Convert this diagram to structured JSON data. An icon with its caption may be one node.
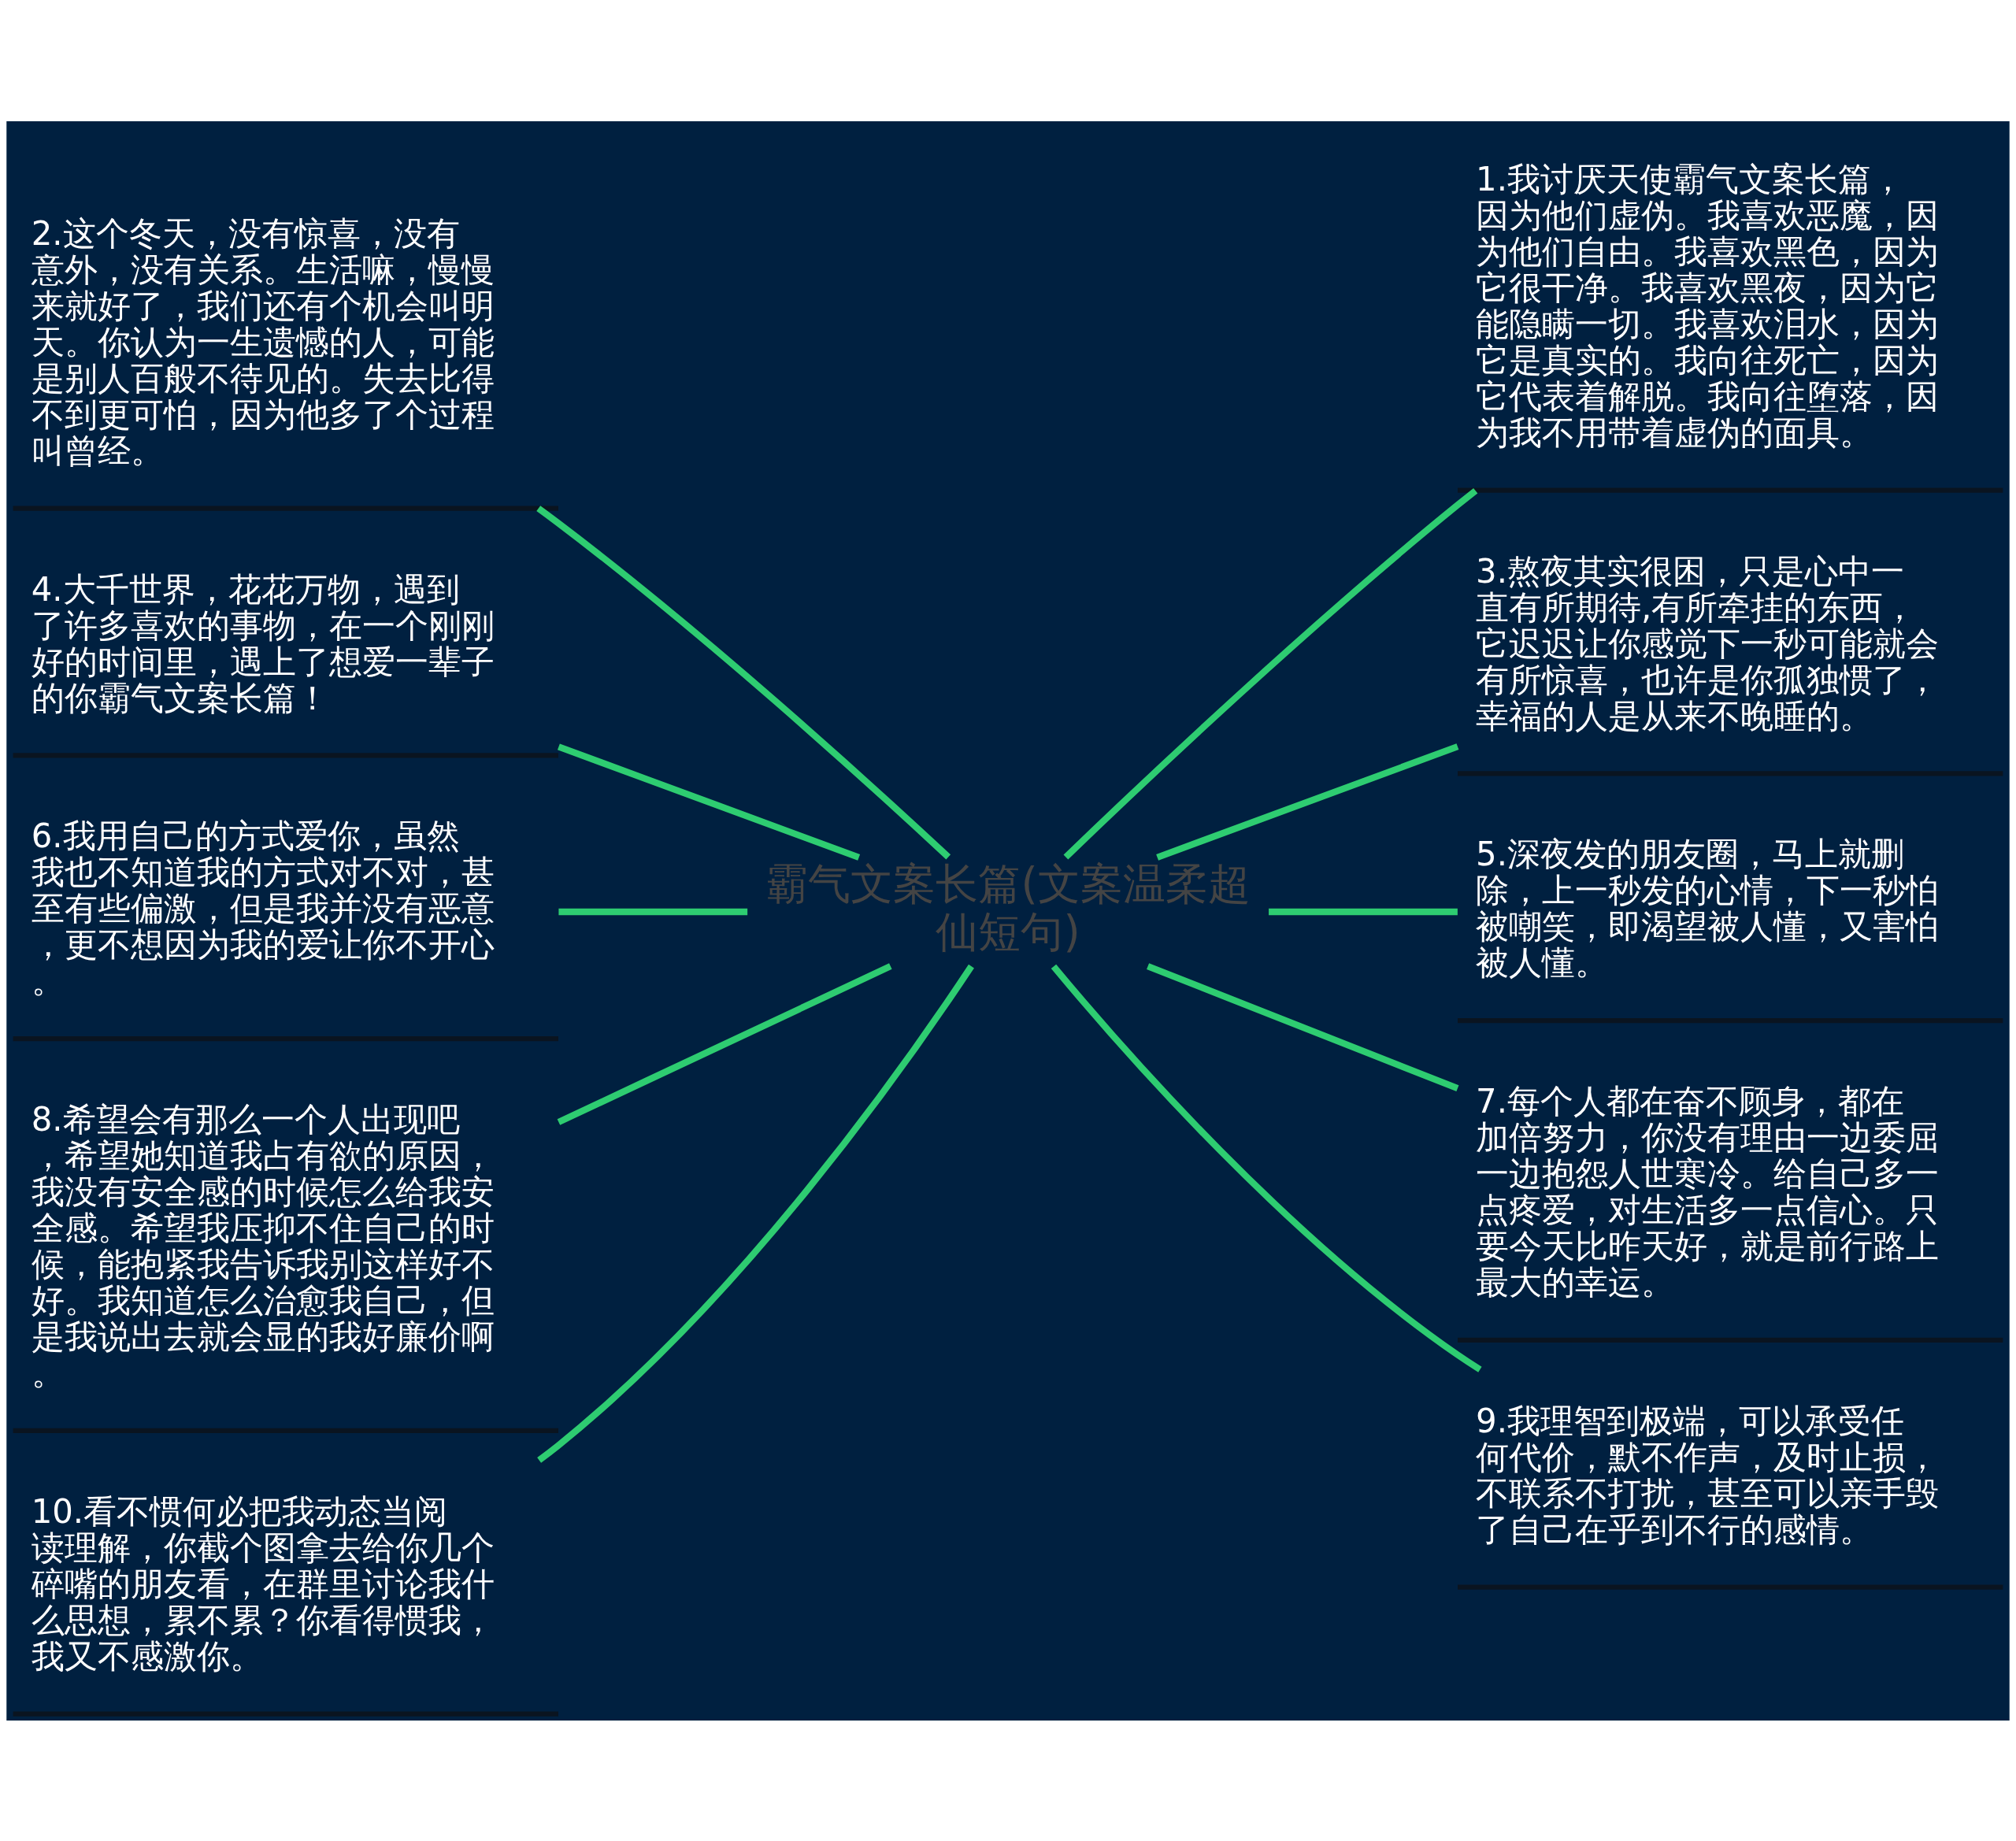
{
  "diagram": {
    "nodes": [
      {
        "text": [
          "霸气文案长篇(文案温柔超仙短句)"
        ]
      },
      {
        "text": [
          "1.我讨厌天使霸气文案长篇，因为他们虚伪。我喜欢恶魔，因为他们自由。我喜欢黑色，因为它很干净。我喜欢黑夜，因为它能隐瞒一切。我喜欢泪水，因为它是真实的。我向往死亡，因为它代表着解脱。我向往堕落，因为我不用带着虚伪的面具。"
        ]
      },
      {
        "text": [
          "2.这个冬天，没有惊喜，没有意外，没有关系。生活嘛，慢慢来就好了，我们还有个机会叫明天。你认为一生遗憾的人，可能是别人百般不待见的。失去比得不到更可怕，因为他多了个过程叫曾经。"
        ]
      },
      {
        "text": [
          "3.熬夜其实很困，只是心中一直有所期待,有所牵挂的东西，它迟迟让你感觉下一秒可能就会有所惊喜，也许是你孤独惯了，幸福的人是从来不晚睡的。"
        ]
      },
      {
        "text": [
          "4.大千世界，花花万物，遇到了许多喜欢的事物，在一个刚刚好的时间里，遇上了想爱一辈子的你霸气文案长篇！"
        ]
      },
      {
        "text": [
          "5.深夜发的朋友圈，马上就删除，上一秒发的心情，下一秒怕被嘲笑，即渴望被人懂，又害怕被人懂。"
        ]
      },
      {
        "text": [
          "6.我用自己的方式爱你，虽然我也不知道我的方式对不对，甚至有些偏激，但是我并没有恶意，更不想因为我的爱让你不开心。"
        ]
      },
      {
        "text": [
          "7.每个人都在奋不顾身，都在加倍努力，你没有理由一边委屈一边抱怨人世寒冷。给自己多一点疼爱，对生活多一点信心。只要今天比昨天好，就是前行路上最大的幸运。"
        ]
      },
      {
        "text": [
          "8.希望会有那么一个人出现吧，希望她知道我占有欲的原因，我没有安全感的时候怎么给我安全感。希望我压抑不住自己的时候，能抱紧我告诉我别这样好不好。我知道怎么治愈我自己，但是我说出去就会显的我好廉价啊。"
        ]
      },
      {
        "text": [
          "9.我理智到极端，可以承受任何代价，默不作声，及时止损，不联系不打扰，甚至可以亲手毁了自己在乎到不行的感情。"
        ]
      },
      {
        "text": [
          "10.看不惯何必把我动态当阅读理解，你截个图拿去给你几个碎嘴的朋友看，在群里讨论我什么思想，累不累？你看得惯我，我又不感激你。"
        ]
      }
    ],
    "edges": [
      {
        "from": 0,
        "to": 1,
        "arrow": "none"
      },
      {
        "from": 0,
        "to": 2,
        "arrow": "none"
      },
      {
        "from": 0,
        "to": 3,
        "arrow": "none"
      },
      {
        "from": 0,
        "to": 4,
        "arrow": "none"
      },
      {
        "from": 0,
        "to": 5,
        "arrow": "none"
      },
      {
        "from": 0,
        "to": 6,
        "arrow": "none"
      },
      {
        "from": 0,
        "to": 7,
        "arrow": "none"
      },
      {
        "from": 0,
        "to": 8,
        "arrow": "none"
      },
      {
        "from": 0,
        "to": 9,
        "arrow": "none"
      },
      {
        "from": 0,
        "to": 10,
        "arrow": "none"
      }
    ]
  }
}
